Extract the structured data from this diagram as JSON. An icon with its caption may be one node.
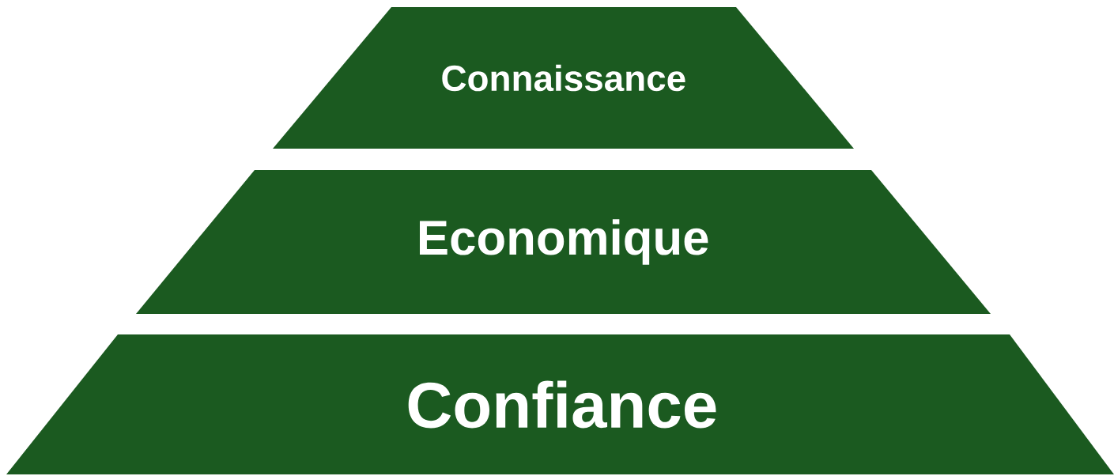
{
  "diagram": {
    "nodes": [
      {
        "text": [
          "Connaissance"
        ]
      },
      {
        "text": [
          "Economique"
        ]
      },
      {
        "text": [
          "Confiance"
        ]
      }
    ]
  }
}
